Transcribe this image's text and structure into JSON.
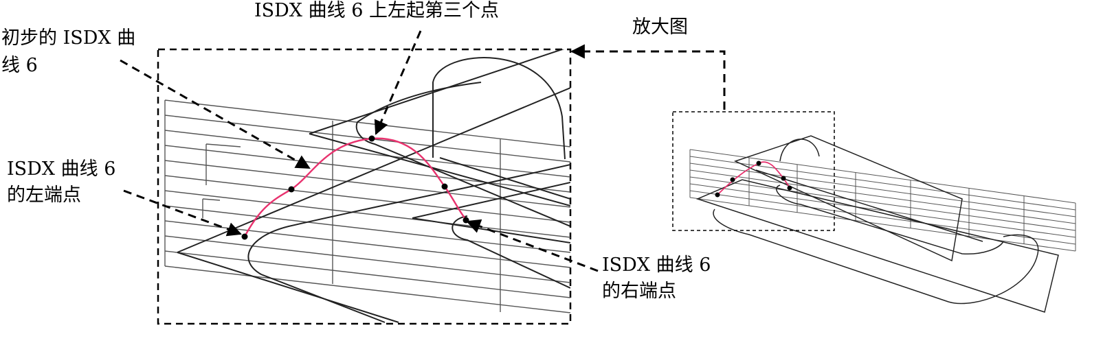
{
  "labels": {
    "third_point": "ISDX 曲线 6 上左起第三个点",
    "zoom": "放大图",
    "initial_curve_line1": "初步的 ISDX 曲",
    "initial_curve_line2": "线 6",
    "left_endpoint_line1": "ISDX 曲线 6",
    "left_endpoint_line2": "的左端点",
    "right_endpoint_line1": "ISDX 曲线 6",
    "right_endpoint_line2": "的右端点"
  },
  "colors": {
    "curve": "#e8326e",
    "wire": "#222222",
    "grid": "#555555",
    "arrow": "#000000"
  }
}
